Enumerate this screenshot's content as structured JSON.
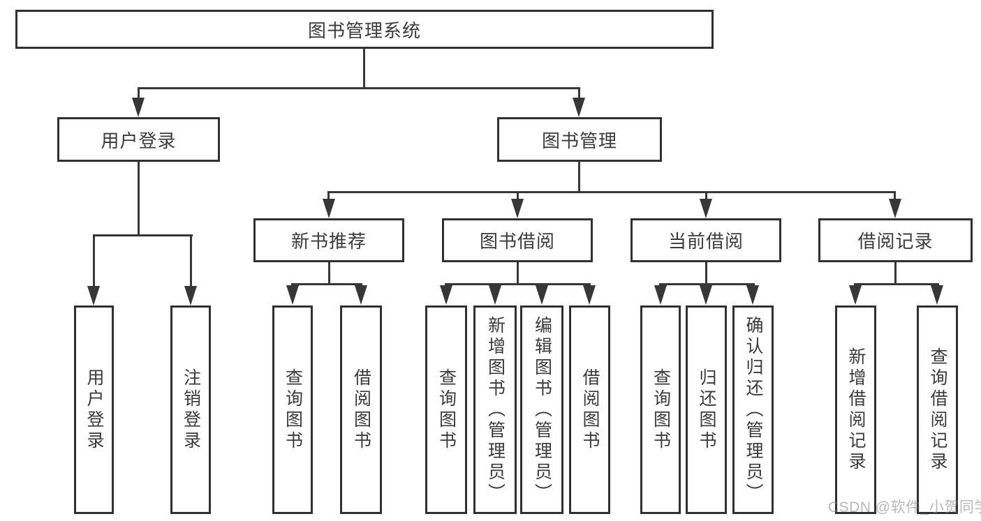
{
  "tree": {
    "label": "图书管理系统",
    "children": [
      {
        "label": "用户登录",
        "children": [
          {
            "label": "用户登录"
          },
          {
            "label": "注销登录"
          }
        ]
      },
      {
        "label": "图书管理",
        "children": [
          {
            "label": "新书推荐",
            "children": [
              {
                "label": "查询图书"
              },
              {
                "label": "借阅图书"
              }
            ]
          },
          {
            "label": "图书借阅",
            "children": [
              {
                "label": "查询图书"
              },
              {
                "label": "新增图书（管理员）"
              },
              {
                "label": "编辑图书（管理员）"
              },
              {
                "label": "借阅图书"
              }
            ]
          },
          {
            "label": "当前借阅",
            "children": [
              {
                "label": "查询图书"
              },
              {
                "label": "归还图书"
              },
              {
                "label": "确认归还（管理员）"
              }
            ]
          },
          {
            "label": "借阅记录",
            "children": [
              {
                "label": "新增借阅记录"
              },
              {
                "label": "查询借阅记录"
              }
            ]
          }
        ]
      }
    ]
  },
  "watermark": {
    "text": "CSDN @软件_小贺同学"
  },
  "palette": {
    "line_color": "#373737",
    "border_color": "#313131",
    "text_color": "#3a3a3a",
    "background": "#ffffff",
    "watermark_color": "#9e9e9e"
  }
}
